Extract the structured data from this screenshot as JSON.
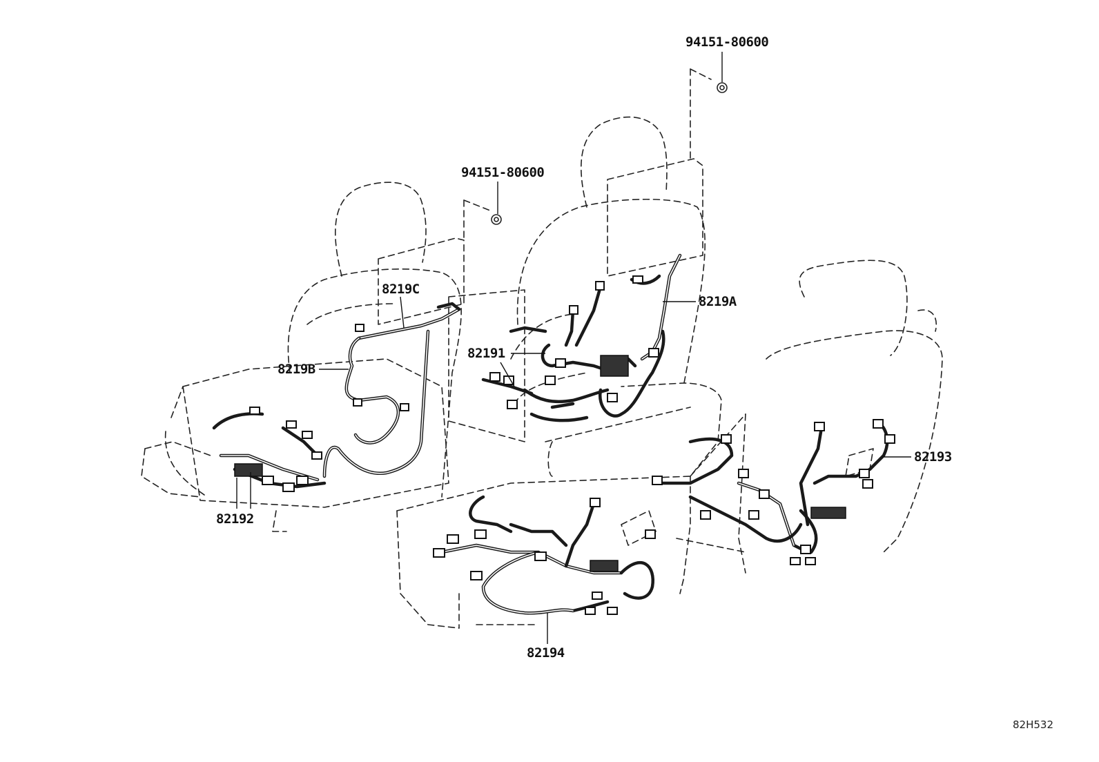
{
  "diagram": {
    "callouts": [
      {
        "id": "c94151a",
        "label": "94151-80600"
      },
      {
        "id": "c94151b",
        "label": "94151-80600"
      },
      {
        "id": "c8219C",
        "label": "8219C"
      },
      {
        "id": "c8219A",
        "label": "8219A"
      },
      {
        "id": "c8219B",
        "label": "8219B"
      },
      {
        "id": "c82191",
        "label": "82191"
      },
      {
        "id": "c82193",
        "label": "82193"
      },
      {
        "id": "c82192",
        "label": "82192"
      },
      {
        "id": "c82194",
        "label": "82194"
      }
    ],
    "reference_code": "82H532"
  }
}
